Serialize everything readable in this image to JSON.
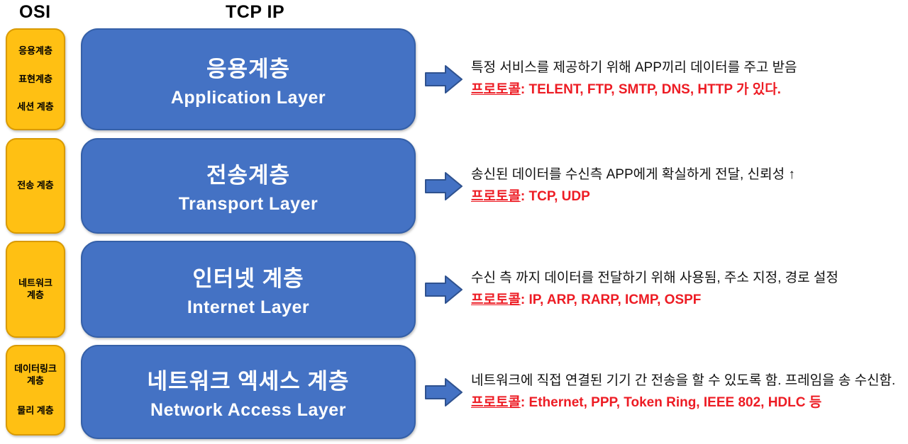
{
  "headers": {
    "osi_label": "OSI",
    "tcpip_label": "TCP IP"
  },
  "colors": {
    "osi_box_fill": "#FFC013",
    "osi_box_border": "#D99A00",
    "tcpip_box_fill": "#4472C4",
    "tcpip_box_border": "#2F528F",
    "arrow_fill": "#4472C4",
    "protocol_text": "#ED1C24",
    "description_text": "#111111"
  },
  "rows": [
    {
      "osi_layers": [
        "응용계층",
        "표현계층",
        "세션 계층"
      ],
      "tcp_korean": "응용계층",
      "tcp_english": "Application Layer",
      "description": "특정 서비스를 제공하기 위해 APP끼리 데이터를 주고 받음",
      "protocol_label": "프로토콜",
      "protocol_list": ": TELENT, FTP, SMTP, DNS, HTTP 가 있다."
    },
    {
      "osi_layers": [
        "전송 계층"
      ],
      "tcp_korean": "전송계층",
      "tcp_english": "Transport Layer",
      "description": "송신된 데이터를 수신측 APP에게 확실하게 전달, 신뢰성 ↑",
      "protocol_label": "프로토콜",
      "protocol_list": ": TCP, UDP"
    },
    {
      "osi_layers": [
        "네트워크\n계층"
      ],
      "tcp_korean": "인터넷 계층",
      "tcp_english": "Internet Layer",
      "description": "수신 측 까지 데이터를 전달하기 위해 사용됨, 주소 지정, 경로 설정",
      "protocol_label": "프로토콜",
      "protocol_list": ": IP, ARP, RARP, ICMP, OSPF"
    },
    {
      "osi_layers": [
        "데이터링크\n계층",
        "물리 계층"
      ],
      "tcp_korean": "네트워크 엑세스 계층",
      "tcp_english": "Network Access Layer",
      "description": "네트워크에 직접 연결된 기기 간 전송을 할 수 있도록 함. 프레임을 송 수신함.",
      "protocol_label": "프로토콜",
      "protocol_list": ": Ethernet, PPP, Token Ring, IEEE 802, HDLC 등"
    }
  ]
}
